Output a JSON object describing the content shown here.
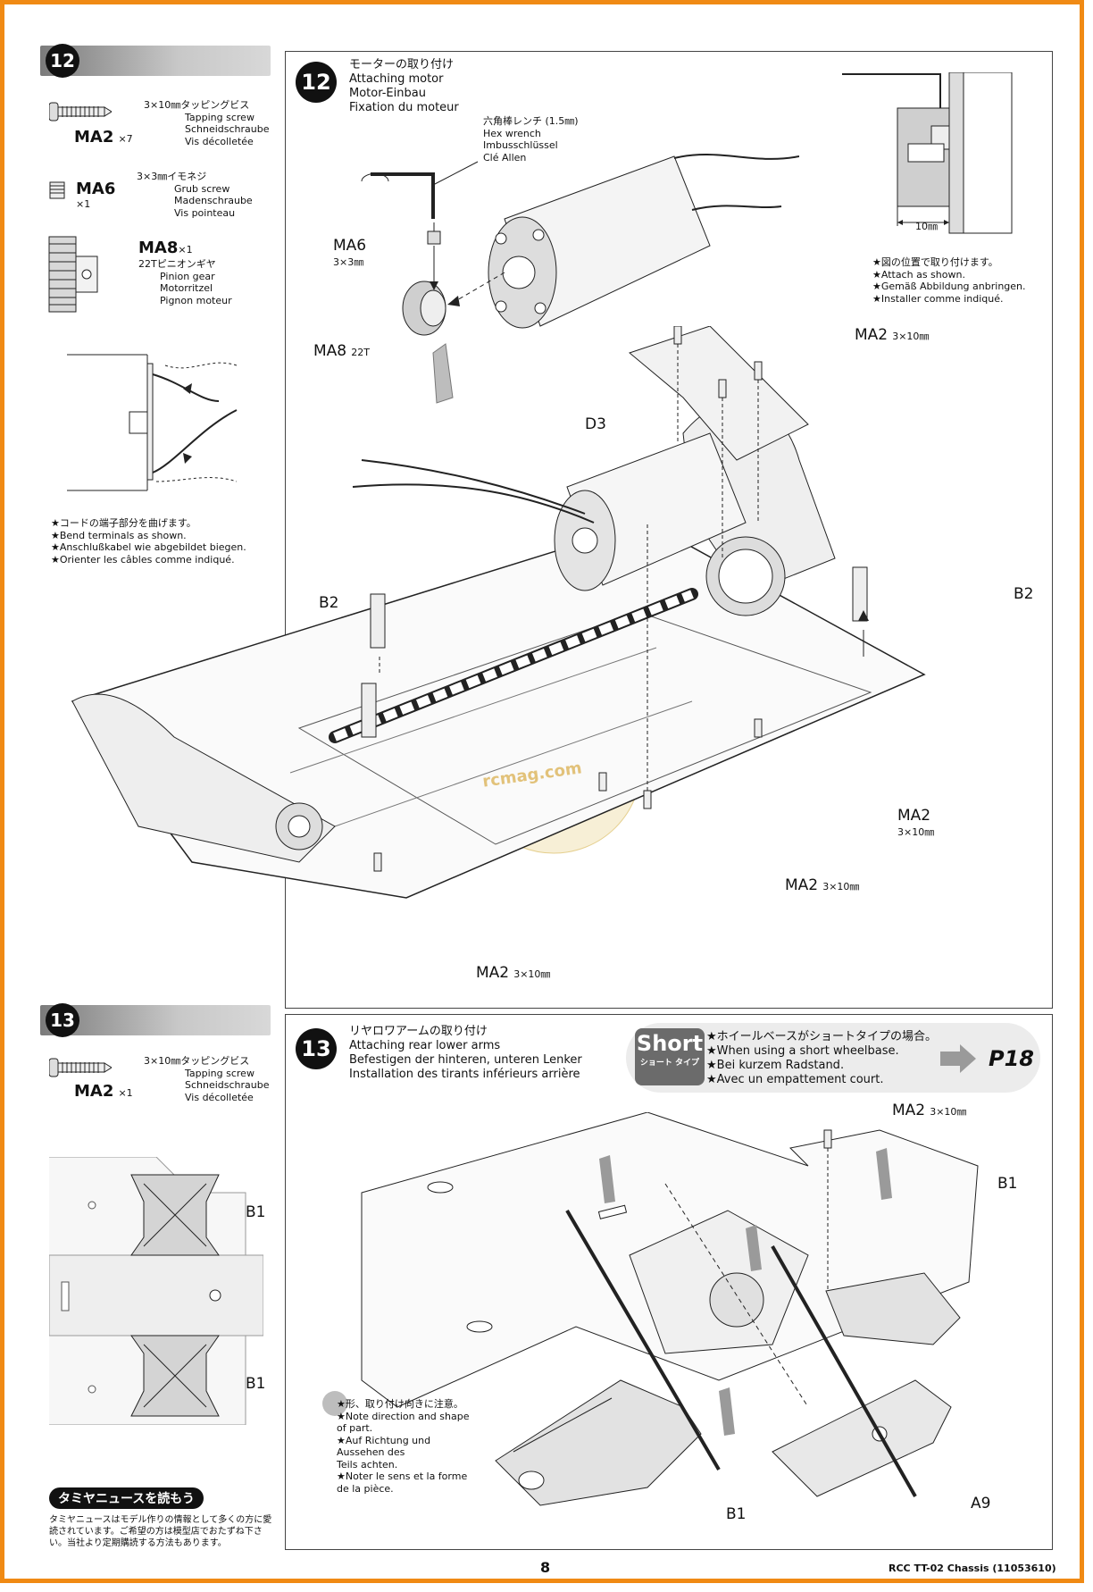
{
  "step12": {
    "number": "12",
    "parts": [
      {
        "code": "MA2",
        "qty": "×7",
        "size_jp": "3×10㎜タッピングビス",
        "en": "Tapping screw",
        "de": "Schneidschraube",
        "fr": "Vis décolletée"
      },
      {
        "code": "MA6",
        "qty": "×1",
        "size_jp": "3×3㎜イモネジ",
        "en": "Grub screw",
        "de": "Madenschraube",
        "fr": "Vis pointeau"
      },
      {
        "code": "MA8",
        "qty": "×1",
        "size_jp": "22Tピニオンギヤ",
        "en": "Pinion gear",
        "de": "Motorritzel",
        "fr": "Pignon moteur"
      }
    ],
    "note_lines": [
      "★コードの端子部分を曲げます。",
      "★Bend terminals as shown.",
      "★Anschlußkabel wie abgebildet biegen.",
      "★Orienter les câbles comme indiqué."
    ],
    "title_jp": "モーターの取り付け",
    "title_en": "Attaching motor",
    "title_de": "Motor-Einbau",
    "title_fr": "Fixation du moteur",
    "wrench_jp": "六角棒レンチ (1.5㎜)",
    "wrench_en": "Hex wrench",
    "wrench_de": "Imbusschlüssel",
    "wrench_fr": "Clé Allen",
    "inset_dim": "10㎜",
    "attach_lines": [
      "★図の位置で取り付けます。",
      "★Attach as shown.",
      "★Gemäß Abbildung anbringen.",
      "★Installer comme indiqué."
    ],
    "labels": {
      "ma6": "MA6",
      "ma6_size": "3×3㎜",
      "ma8": "MA8",
      "ma8_size": "22T",
      "ma2": "MA2",
      "ma2_size": "3×10㎜",
      "d3": "D3",
      "b2": "B2"
    }
  },
  "step13": {
    "number": "13",
    "part": {
      "code": "MA2",
      "qty": "×1",
      "size_jp": "3×10㎜タッピングビス",
      "en": "Tapping screw",
      "de": "Schneidschraube",
      "fr": "Vis décolletée"
    },
    "title_jp": "リヤロワアームの取り付け",
    "title_en": "Attaching rear lower arms",
    "title_de": "Befestigen der hinteren, unteren Lenker",
    "title_fr": "Installation des tirants inférieurs arrière",
    "short_badge": "Short",
    "short_badge_jp": "ショート タイプ",
    "short_lines": [
      "★ホイールベースがショートタイプの場合。",
      "★When using a short wheelbase.",
      "★Bei kurzem Radstand.",
      "★Avec un empattement court."
    ],
    "page_ref": "P18",
    "note_lines": [
      "★形、取り付け向きに注意。",
      "★Note direction and shape",
      "of part.",
      "★Auf Richtung und",
      "Aussehen des",
      "Teils achten.",
      "★Noter le sens et la forme",
      "de la pièce."
    ],
    "labels": {
      "b1": "B1",
      "a9": "A9",
      "ma2": "MA2",
      "ma2_size": "3×10㎜"
    }
  },
  "news": {
    "title": "タミヤニュースを読もう",
    "body": "タミヤニュースはモデル作りの情報として多くの方に愛読されています。ご希望の方は模型店でおたずね下さい。当社より定期購読する方法もあります。"
  },
  "footer": {
    "page": "8",
    "doc": "RCC TT-02 Chassis (11053610)"
  },
  "watermark": "rcmag.com",
  "colors": {
    "border": "#f08a14",
    "grey": "#9a9a9a"
  }
}
